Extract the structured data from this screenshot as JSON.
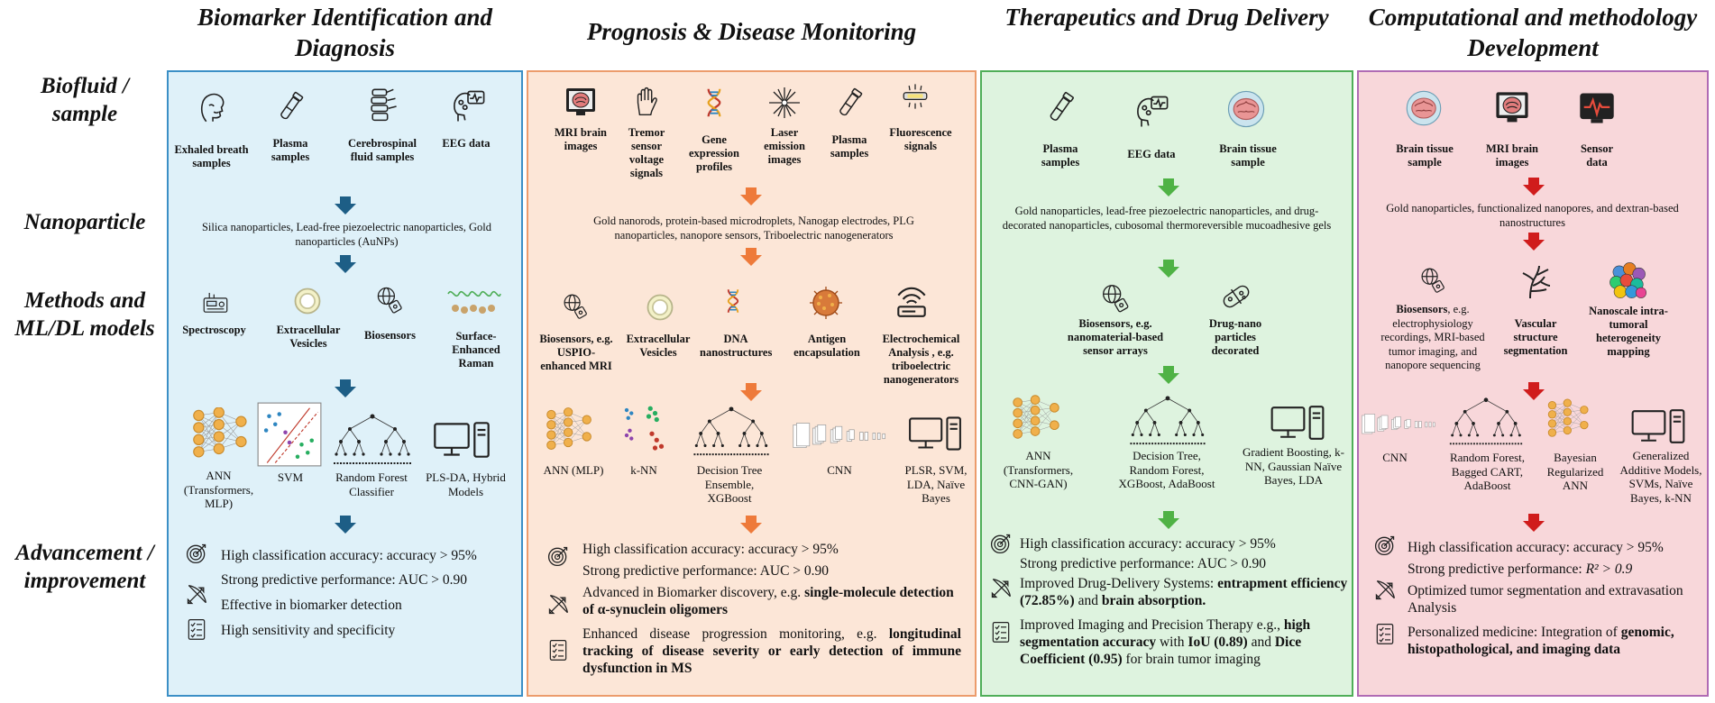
{
  "columns": {
    "c1": "Biomarker Identification and Diagnosis",
    "c2": "Prognosis & Disease Monitoring",
    "c3": "Therapeutics and Drug Delivery",
    "c4": "Computational and methodology Development"
  },
  "rows": {
    "biofluid": "Biofluid / sample",
    "nanoparticle": "Nanoparticle",
    "methods": "Methods and ML/DL models",
    "advancement": "Advancement / improvement"
  },
  "blue": {
    "samples": [
      "Exhaled breath samples",
      "Plasma samples",
      "Cerebrospinal fluid samples",
      "EEG data"
    ],
    "nano": "Silica nanoparticles, Lead-free piezoelectric nanoparticles, Gold nanoparticles (AuNPs)",
    "methods": [
      "Spectroscopy",
      "Extracellular Vesicles",
      "Biosensors",
      "Surface-Enhanced Raman"
    ],
    "models": [
      "ANN (Transformers, MLP)",
      "SVM",
      "Random Forest Classifier",
      "PLS-DA, Hybrid Models"
    ],
    "adv": [
      "High classification accuracy: accuracy > 95%",
      "Strong predictive performance: AUC > 0.90",
      "Effective in biomarker detection",
      "High sensitivity and specificity"
    ]
  },
  "orange": {
    "samples": [
      "MRI brain images",
      "Tremor sensor voltage signals",
      "Gene expression profiles",
      "Laser emission images",
      "Plasma samples",
      "Fluorescence signals"
    ],
    "nano": "Gold nanorods, protein-based microdroplets, Nanogap electrodes, PLG nanoparticles, nanopore sensors, Triboelectric nanogenerators",
    "methods": [
      "Biosensors, e.g. USPIO-enhanced MRI",
      "Extracellular Vesicles",
      "DNA nanostructures",
      "Antigen encapsulation",
      "Electrochemical Analysis , e.g. triboelectric nanogenerators"
    ],
    "models": [
      "ANN (MLP)",
      "k-NN",
      "Decision Tree Ensemble, XGBoost",
      "CNN",
      "PLSR, SVM, LDA, Naïve Bayes"
    ],
    "adv": {
      "a1": "High classification accuracy: accuracy > 95%",
      "a2": "Strong predictive performance: AUC > 0.90",
      "a3_pre": "Advanced in Biomarker discovery, e.g. ",
      "a3_bold": "single-molecule detection of α-synuclein oligomers",
      "a4_pre": "Enhanced disease progression monitoring, e.g. ",
      "a4_bold": "longitudinal tracking of disease severity or early detection of immune dysfunction in MS"
    }
  },
  "green": {
    "samples": [
      "Plasma samples",
      "EEG data",
      "Brain tissue sample"
    ],
    "nano": "Gold nanoparticles, lead-free piezoelectric nanoparticles, and drug-decorated nanoparticles, cubosomal thermoreversible mucoadhesive gels",
    "methods": [
      "Biosensors, e.g. nanomaterial-based sensor arrays",
      "Drug-nano particles decorated"
    ],
    "models": [
      "ANN (Transformers, CNN-GAN)",
      "Decision Tree, Random Forest, XGBoost, AdaBoost",
      "Gradient Boosting, k-NN, Gaussian Naïve Bayes, LDA"
    ],
    "adv": {
      "a1": "High classification accuracy: accuracy > 95%",
      "a2": "Strong predictive performance: AUC > 0.90",
      "a3_pre": "Improved Drug-Delivery Systems: ",
      "a3_b1": "entrapment efficiency (72.85%)",
      "a3_mid": " and ",
      "a3_b2": "brain absorption.",
      "a4_pre": "Improved Imaging and Precision Therapy e.g., ",
      "a4_b1": "high segmentation accuracy",
      "a4_mid1": " with ",
      "a4_b2": "IoU (0.89)",
      "a4_mid2": " and ",
      "a4_b3": "Dice Coefficient (0.95)",
      "a4_post": " for brain tumor imaging"
    }
  },
  "pink": {
    "samples": [
      "Brain tissue sample",
      "MRI brain images",
      "Sensor data"
    ],
    "nano": "Gold nanoparticles, functionalized nanopores, and dextran-based nanostructures",
    "methods": {
      "m1_bold": "Biosensors",
      "m1_rest": ", e.g. electrophysiology recordings, MRI-based tumor imaging, and nanopore sequencing",
      "m2": "Vascular structure segmentation",
      "m3": "Nanoscale intra-tumoral heterogeneity mapping"
    },
    "models": [
      "CNN",
      "Random Forest, Bagged CART, AdaBoost",
      "Bayesian Regularized ANN",
      "Generalized Additive Models, SVMs, Naïve Bayes, k-NN"
    ],
    "adv": {
      "a1": "High classification accuracy: accuracy > 95%",
      "a2_pre": "Strong predictive performance: ",
      "a2_math": "R² > 0.9",
      "a3": "Optimized tumor segmentation and extravasation Analysis",
      "a4_pre": "Personalized medicine: Integration of ",
      "a4_bold": "genomic, histopathological, and imaging data"
    }
  },
  "colors": {
    "blue_bg": "#dff1f9",
    "orange_bg": "#fce6d7",
    "green_bg": "#def3df",
    "pink_bg": "#f8d7da",
    "blue_arrow": "#1d5e86",
    "orange_arrow": "#ee7a3a",
    "green_arrow": "#4fb245",
    "red_arrow": "#d01c1c"
  },
  "icons": [
    "face-profile-icon",
    "test-tube-icon",
    "spine-icon",
    "eeg-head-icon",
    "mri-monitor-icon",
    "hand-icon",
    "dna-icon",
    "laser-icon",
    "fluorescence-tube-icon",
    "spectrometer-icon",
    "vesicle-ring-icon",
    "biosensor-globe-icon",
    "raman-wave-icon",
    "neural-network-icon",
    "svm-scatter-icon",
    "decision-tree-icon",
    "computer-icon",
    "knn-scatter-icon",
    "cnn-layers-icon",
    "antigen-sphere-icon",
    "wireless-sensor-icon",
    "brain-tissue-icon",
    "heart-monitor-icon",
    "drug-nanoparticle-icon",
    "vascular-tree-icon",
    "heterogeneity-map-icon",
    "target-icon",
    "bow-arrow-icon",
    "checklist-icon"
  ]
}
